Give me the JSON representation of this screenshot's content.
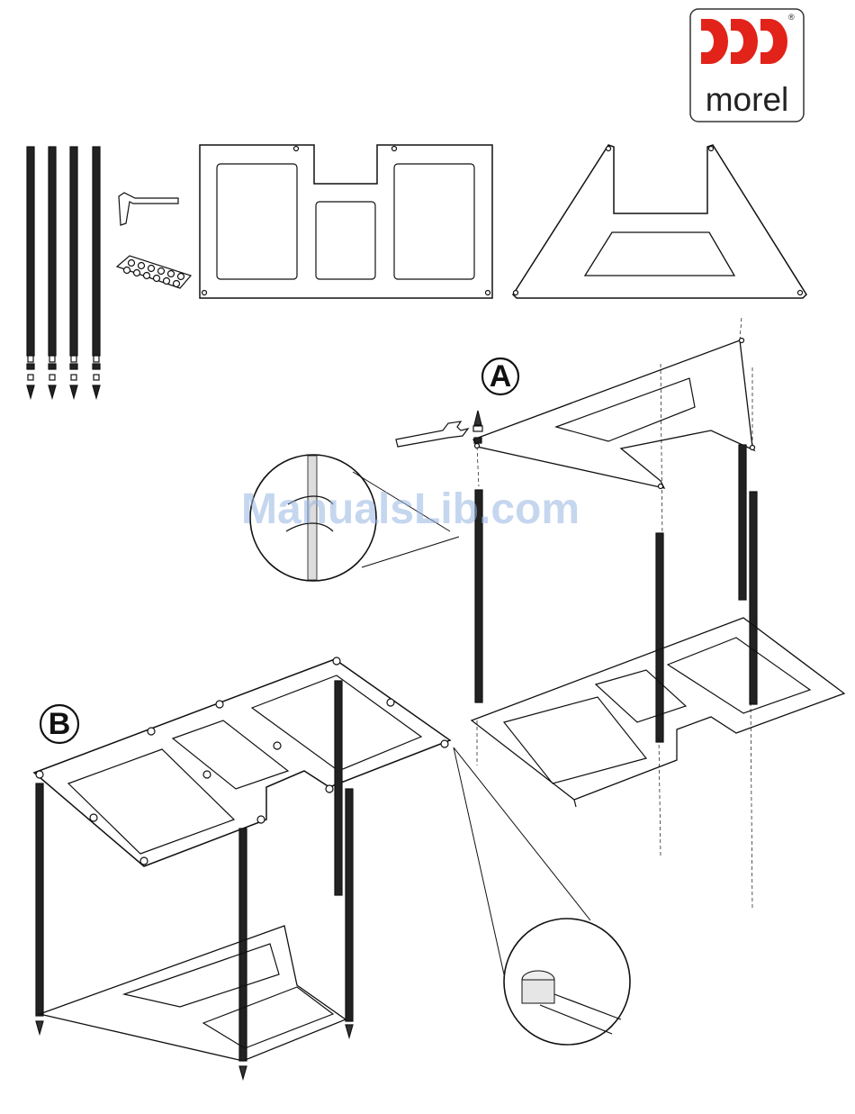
{
  "brand": {
    "name": "morel",
    "registered_mark": "®",
    "accent_color": "#e2231a"
  },
  "steps": {
    "a_label": "A",
    "b_label": "B"
  },
  "watermark": {
    "text": "ManualsLib.com"
  },
  "parts": {
    "icons": [
      "rod-icon",
      "hex-key-icon",
      "rubber-pads-icon",
      "top-plate-icon",
      "base-plate-icon",
      "wrench-icon"
    ]
  }
}
